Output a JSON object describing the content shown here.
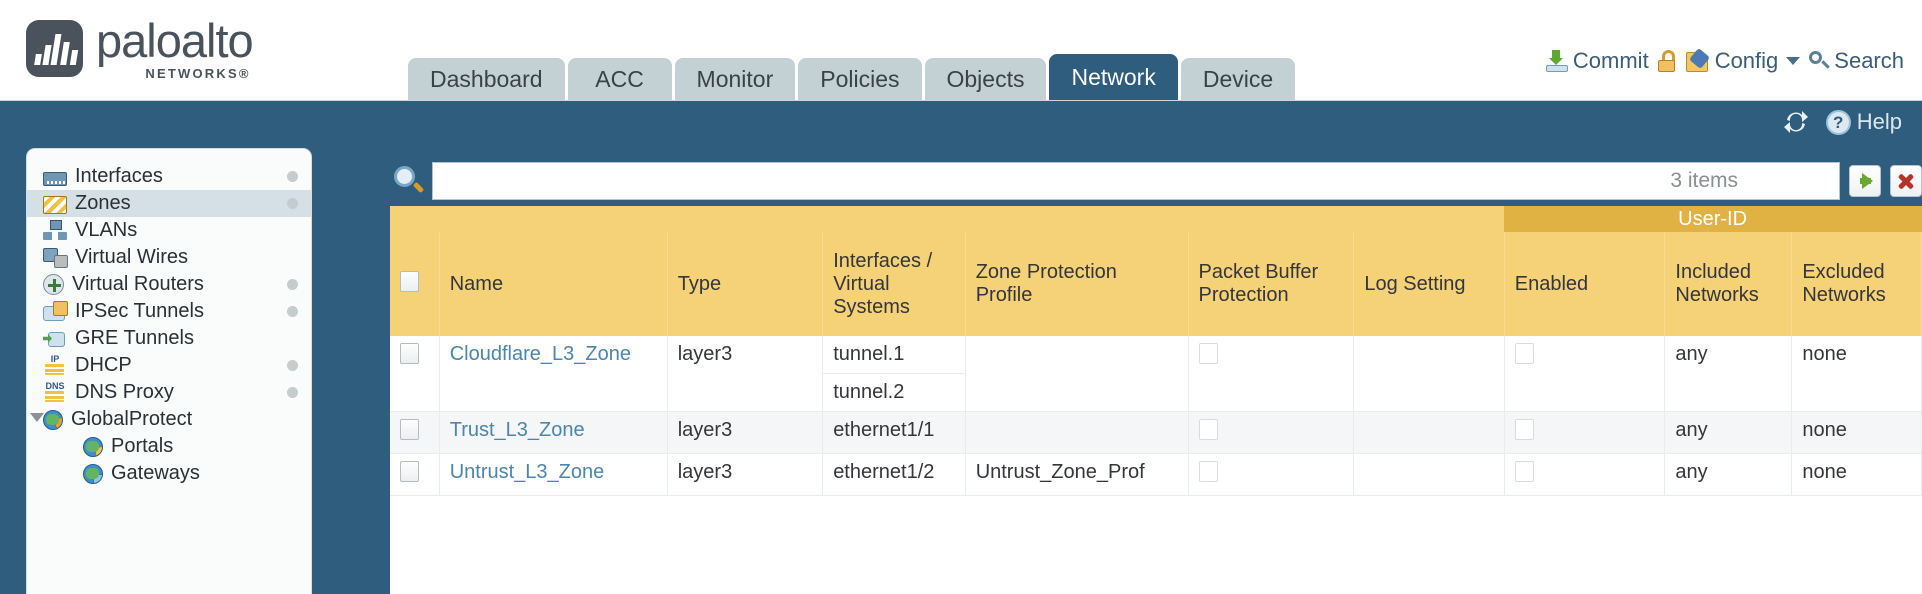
{
  "brand": {
    "name": "paloalto",
    "tagline": "NETWORKS®"
  },
  "nav": {
    "tabs": [
      {
        "label": "Dashboard",
        "active": false
      },
      {
        "label": "ACC",
        "active": false
      },
      {
        "label": "Monitor",
        "active": false
      },
      {
        "label": "Policies",
        "active": false
      },
      {
        "label": "Objects",
        "active": false
      },
      {
        "label": "Network",
        "active": true
      },
      {
        "label": "Device",
        "active": false
      }
    ]
  },
  "header_actions": {
    "commit": "Commit",
    "config": "Config",
    "search": "Search",
    "lock_icon": "padlock-unlocked-icon",
    "commit_icon": "commit-download-icon",
    "config_icon": "config-folder-wrench-icon",
    "caret_icon": "chevron-down-icon",
    "search_icon": "magnifier-icon"
  },
  "subbar": {
    "refresh_icon": "refresh-icon",
    "help": "Help",
    "help_icon": "question-mark-icon"
  },
  "sidebar": {
    "items": [
      {
        "label": "Interfaces",
        "icon": "interfaces-icon",
        "selected": false,
        "dot": true,
        "child": false,
        "expander": false
      },
      {
        "label": "Zones",
        "icon": "zones-icon",
        "selected": true,
        "dot": true,
        "child": false,
        "expander": false
      },
      {
        "label": "VLANs",
        "icon": "vlans-icon",
        "selected": false,
        "dot": false,
        "child": false,
        "expander": false
      },
      {
        "label": "Virtual Wires",
        "icon": "virtual-wires-icon",
        "selected": false,
        "dot": false,
        "child": false,
        "expander": false
      },
      {
        "label": "Virtual Routers",
        "icon": "virtual-routers-icon",
        "selected": false,
        "dot": true,
        "child": false,
        "expander": false
      },
      {
        "label": "IPSec Tunnels",
        "icon": "ipsec-tunnels-icon",
        "selected": false,
        "dot": true,
        "child": false,
        "expander": false
      },
      {
        "label": "GRE Tunnels",
        "icon": "gre-tunnels-icon",
        "selected": false,
        "dot": false,
        "child": false,
        "expander": false
      },
      {
        "label": "DHCP",
        "icon": "dhcp-icon",
        "selected": false,
        "dot": true,
        "child": false,
        "expander": false
      },
      {
        "label": "DNS Proxy",
        "icon": "dns-proxy-icon",
        "selected": false,
        "dot": true,
        "child": false,
        "expander": false
      },
      {
        "label": "GlobalProtect",
        "icon": "globalprotect-icon",
        "selected": false,
        "dot": false,
        "child": false,
        "expander": true
      },
      {
        "label": "Portals",
        "icon": "portals-icon",
        "selected": false,
        "dot": false,
        "child": true,
        "expander": false
      },
      {
        "label": "Gateways",
        "icon": "gateways-icon",
        "selected": false,
        "dot": false,
        "child": true,
        "expander": false
      }
    ]
  },
  "search": {
    "value": "",
    "placeholder": "",
    "items_count": "3 items",
    "apply_icon": "green-arrow-apply-icon",
    "clear_icon": "red-x-clear-icon",
    "magnifier_icon": "search-icon"
  },
  "table": {
    "group_header": "User-ID",
    "columns": [
      "Name",
      "Type",
      "Interfaces / Virtual Systems",
      "Zone Protection Profile",
      "Packet Buffer Protection",
      "Log Setting",
      "Enabled",
      "Included Networks",
      "Excluded Networks"
    ],
    "rows": [
      {
        "selected": false,
        "name": "Cloudflare_L3_Zone",
        "type": "layer3",
        "interfaces": [
          "tunnel.1",
          "tunnel.2"
        ],
        "zone_protection_profile": "",
        "packet_buffer_protection": false,
        "log_setting": "",
        "userid_enabled": false,
        "included_networks": "any",
        "excluded_networks": "none"
      },
      {
        "selected": false,
        "name": "Trust_L3_Zone",
        "type": "layer3",
        "interfaces": [
          "ethernet1/1"
        ],
        "zone_protection_profile": "",
        "packet_buffer_protection": false,
        "log_setting": "",
        "userid_enabled": false,
        "included_networks": "any",
        "excluded_networks": "none"
      },
      {
        "selected": false,
        "name": "Untrust_L3_Zone",
        "type": "layer3",
        "interfaces": [
          "ethernet1/2"
        ],
        "zone_protection_profile": "Untrust_Zone_Prof",
        "packet_buffer_protection": false,
        "log_setting": "",
        "userid_enabled": false,
        "included_networks": "any",
        "excluded_networks": "none"
      }
    ]
  },
  "colors": {
    "brand_dark": "#4a535b",
    "nav_blue": "#2e5d7d",
    "tab_inactive": "#c3d0d4",
    "table_header": "#f5d177",
    "table_group_header": "#e0b143",
    "link": "#4c86ab"
  }
}
